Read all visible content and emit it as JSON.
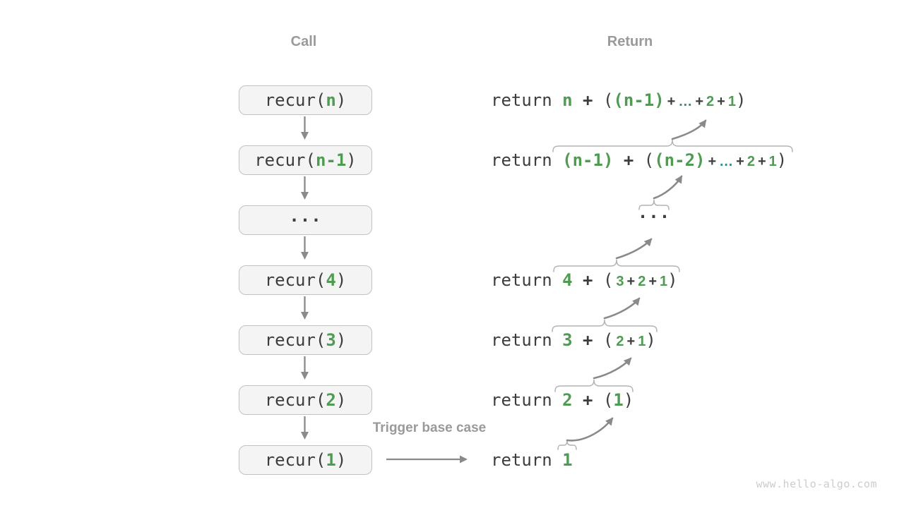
{
  "headers": {
    "call": "Call",
    "return": "Return"
  },
  "trigger_label": "Trigger base case",
  "watermark": "www.hello-algo.com",
  "colors": {
    "green": "#4e9b52",
    "teal_ellipsis": "#2f8f8c",
    "code_text": "#3d3d3d",
    "muted_label": "#9a9a9a",
    "brace": "#b3b3b3",
    "arrow": "#8a8a8a",
    "box_bg": "#f4f4f4",
    "box_border": "#c2c2c2",
    "watermark": "#cccccc"
  },
  "call_stack": [
    {
      "name": "recur-n",
      "tokens": [
        {
          "t": "recur(",
          "s": "mono"
        },
        {
          "t": "n",
          "s": "g"
        },
        {
          "t": ")",
          "s": "mono"
        }
      ]
    },
    {
      "name": "recur-n-1",
      "tokens": [
        {
          "t": "recur(",
          "s": "mono"
        },
        {
          "t": "n-1",
          "s": "g"
        },
        {
          "t": ")",
          "s": "mono"
        }
      ]
    },
    {
      "name": "ellipsis",
      "tokens": [
        {
          "t": "···",
          "s": "dots"
        }
      ]
    },
    {
      "name": "recur-4",
      "tokens": [
        {
          "t": "recur(",
          "s": "mono"
        },
        {
          "t": "4",
          "s": "g"
        },
        {
          "t": ")",
          "s": "mono"
        }
      ]
    },
    {
      "name": "recur-3",
      "tokens": [
        {
          "t": "recur(",
          "s": "mono"
        },
        {
          "t": "3",
          "s": "g"
        },
        {
          "t": ")",
          "s": "mono"
        }
      ]
    },
    {
      "name": "recur-2",
      "tokens": [
        {
          "t": "recur(",
          "s": "mono"
        },
        {
          "t": "2",
          "s": "g"
        },
        {
          "t": ")",
          "s": "mono"
        }
      ]
    },
    {
      "name": "recur-1",
      "tokens": [
        {
          "t": "recur(",
          "s": "mono"
        },
        {
          "t": "1",
          "s": "g"
        },
        {
          "t": ")",
          "s": "mono"
        }
      ]
    }
  ],
  "return_lines": [
    {
      "name": "return-n",
      "tokens": [
        {
          "t": "return ",
          "s": "mono"
        },
        {
          "t": "n",
          "s": "g"
        },
        {
          "t": " + ",
          "s": "op"
        },
        {
          "t": "(",
          "s": "mono"
        },
        {
          "t": "(n-1)",
          "s": "g"
        },
        {
          "t": "+",
          "s": "c"
        },
        {
          "t": "…",
          "s": "cd"
        },
        {
          "t": "+",
          "s": "c"
        },
        {
          "t": "2",
          "s": "cg"
        },
        {
          "t": "+",
          "s": "c"
        },
        {
          "t": "1",
          "s": "cg"
        },
        {
          "t": ")",
          "s": "mono"
        }
      ]
    },
    {
      "name": "return-n-1",
      "tokens": [
        {
          "t": "return ",
          "s": "mono"
        },
        {
          "t": "(n-1)",
          "s": "g"
        },
        {
          "t": " + ",
          "s": "op"
        },
        {
          "t": "(",
          "s": "mono"
        },
        {
          "t": "(n-2)",
          "s": "g"
        },
        {
          "t": "+",
          "s": "c"
        },
        {
          "t": "…",
          "s": "cd"
        },
        {
          "t": "+",
          "s": "c"
        },
        {
          "t": "2",
          "s": "cg"
        },
        {
          "t": "+",
          "s": "c"
        },
        {
          "t": "1",
          "s": "cg"
        },
        {
          "t": ")",
          "s": "mono"
        }
      ]
    },
    {
      "name": "return-ellipsis",
      "tokens": [
        {
          "t": "···",
          "s": "dots"
        }
      ]
    },
    {
      "name": "return-4",
      "tokens": [
        {
          "t": "return ",
          "s": "mono"
        },
        {
          "t": "4",
          "s": "g"
        },
        {
          "t": " + ",
          "s": "op"
        },
        {
          "t": "(",
          "s": "mono"
        },
        {
          "t": "3",
          "s": "cg"
        },
        {
          "t": "+",
          "s": "c"
        },
        {
          "t": "2",
          "s": "cg"
        },
        {
          "t": "+",
          "s": "c"
        },
        {
          "t": "1",
          "s": "cg"
        },
        {
          "t": ")",
          "s": "mono"
        }
      ]
    },
    {
      "name": "return-3",
      "tokens": [
        {
          "t": "return ",
          "s": "mono"
        },
        {
          "t": "3",
          "s": "g"
        },
        {
          "t": " + ",
          "s": "op"
        },
        {
          "t": "(",
          "s": "mono"
        },
        {
          "t": "2",
          "s": "cg"
        },
        {
          "t": "+",
          "s": "c"
        },
        {
          "t": "1",
          "s": "cg"
        },
        {
          "t": ")",
          "s": "mono"
        }
      ]
    },
    {
      "name": "return-2",
      "tokens": [
        {
          "t": "return ",
          "s": "mono"
        },
        {
          "t": "2",
          "s": "g"
        },
        {
          "t": " + ",
          "s": "op"
        },
        {
          "t": "(",
          "s": "mono"
        },
        {
          "t": "1",
          "s": "g"
        },
        {
          "t": ")",
          "s": "mono"
        }
      ]
    },
    {
      "name": "return-1",
      "tokens": [
        {
          "t": "return ",
          "s": "mono"
        },
        {
          "t": "1",
          "s": "g"
        }
      ]
    }
  ]
}
